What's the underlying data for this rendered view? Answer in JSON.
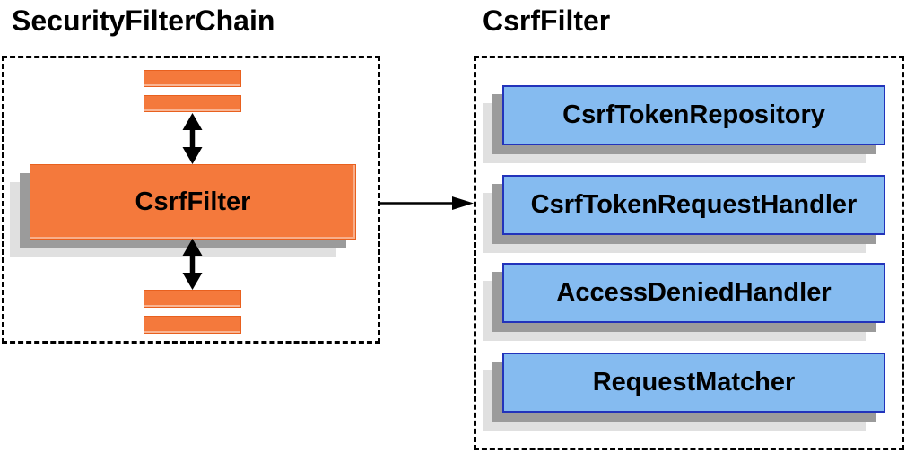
{
  "left_panel": {
    "title": "SecurityFilterChain",
    "filter_label": "CsrfFilter",
    "placeholder_bars": [
      "bar-top-1",
      "bar-top-2",
      "bar-bottom-1",
      "bar-bottom-2"
    ]
  },
  "right_panel": {
    "title": "CsrfFilter",
    "boxes": [
      {
        "label": "CsrfTokenRepository"
      },
      {
        "label": "CsrfTokenRequestHandler"
      },
      {
        "label": "AccessDeniedHandler"
      },
      {
        "label": "RequestMatcher"
      }
    ]
  },
  "colors": {
    "orange_fill": "#F4793C",
    "orange_border": "#E8601E",
    "blue_fill": "#85BBF0",
    "blue_border": "#2233BB",
    "shadow_dark": "#9B9B9B",
    "shadow_light": "#E0E0E0",
    "line_color": "#000000"
  }
}
